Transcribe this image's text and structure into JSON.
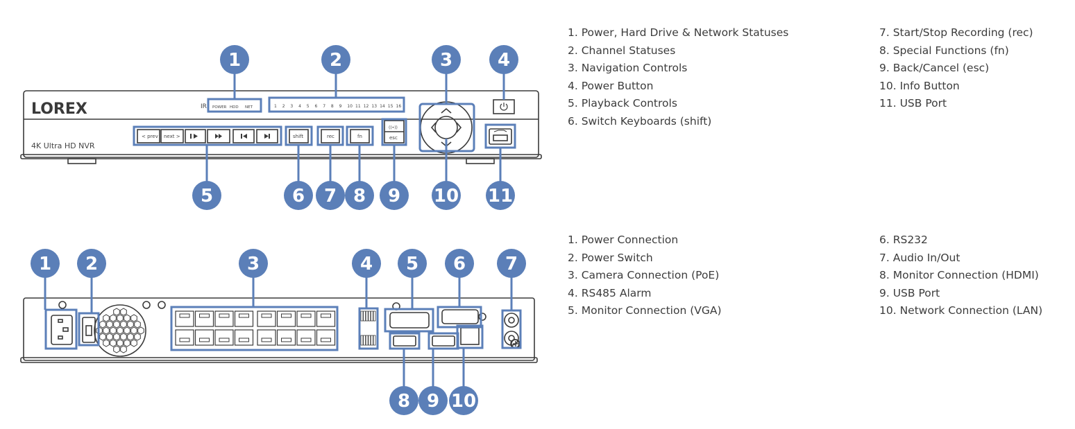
{
  "front": {
    "brand": "LOREX",
    "model": "4K Ultra HD NVR",
    "ir_label": "IR",
    "status_labels": [
      "POWER",
      "HDD",
      "NET"
    ],
    "channels": [
      "1",
      "2",
      "3",
      "4",
      "5",
      "6",
      "7",
      "8",
      "9",
      "10",
      "11",
      "12",
      "13",
      "14",
      "15",
      "16"
    ],
    "buttons": {
      "prev": "< prev",
      "next": "next >",
      "shift": "shift",
      "rec": "rec",
      "fn": "fn",
      "esc": "esc",
      "wireless": "((•))"
    },
    "badges": [
      "1",
      "2",
      "3",
      "4",
      "5",
      "6",
      "7",
      "8",
      "9",
      "10",
      "11"
    ],
    "legend_left": [
      "1. Power, Hard Drive & Network Statuses",
      "2. Channel Statuses",
      "3. Navigation Controls",
      "4. Power Button",
      "5. Playback Controls",
      "6. Switch Keyboards (shift)"
    ],
    "legend_right": [
      "7. Start/Stop Recording (rec)",
      "8. Special Functions (fn)",
      "9. Back/Cancel (esc)",
      "10. Info Button",
      "11. USB Port"
    ]
  },
  "back": {
    "badges": [
      "1",
      "2",
      "3",
      "4",
      "5",
      "6",
      "7",
      "8",
      "9",
      "10"
    ],
    "legend_left": [
      "1. Power Connection",
      "2. Power Switch",
      "3. Camera Connection (PoE)",
      "4. RS485 Alarm",
      "5. Monitor Connection (VGA)"
    ],
    "legend_right": [
      "6. RS232",
      "7. Audio In/Out",
      "8. Monitor Connection (HDMI)",
      "9. USB Port",
      "10. Network Connection (LAN)"
    ]
  },
  "colors": {
    "accent": "#5b7fb8",
    "outline": "#3a3a3a",
    "text": "#3c3c3c"
  }
}
